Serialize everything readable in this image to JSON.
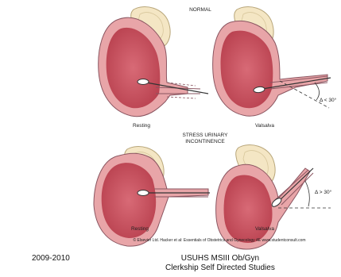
{
  "figure": {
    "normal_heading": "NORMAL",
    "sui_heading_line1": "STRESS URINARY",
    "sui_heading_line2": "INCONTINENCE",
    "resting_label": "Resting",
    "valsalva_label": "Valsalva",
    "angle_small": "Δ < 30°",
    "angle_large": "Δ > 30°",
    "copyright": "© Elsevier Ltd. Hacker et al: Essentials of Obstetrics and Gynecology 4E www.studentconsult.com"
  },
  "footer": {
    "year": "2009-2010",
    "course_line1": "USUHS MSIII Ob/Gyn",
    "course_line2": "Clerkship Self Directed Studies"
  },
  "colors": {
    "bladder_wall": "#e8a5a8",
    "bladder_lumen": "#c8505e",
    "bladder_outline": "#8a5560",
    "pubic_bone": "#f4e6c4",
    "bone_outline": "#b8a67a"
  }
}
